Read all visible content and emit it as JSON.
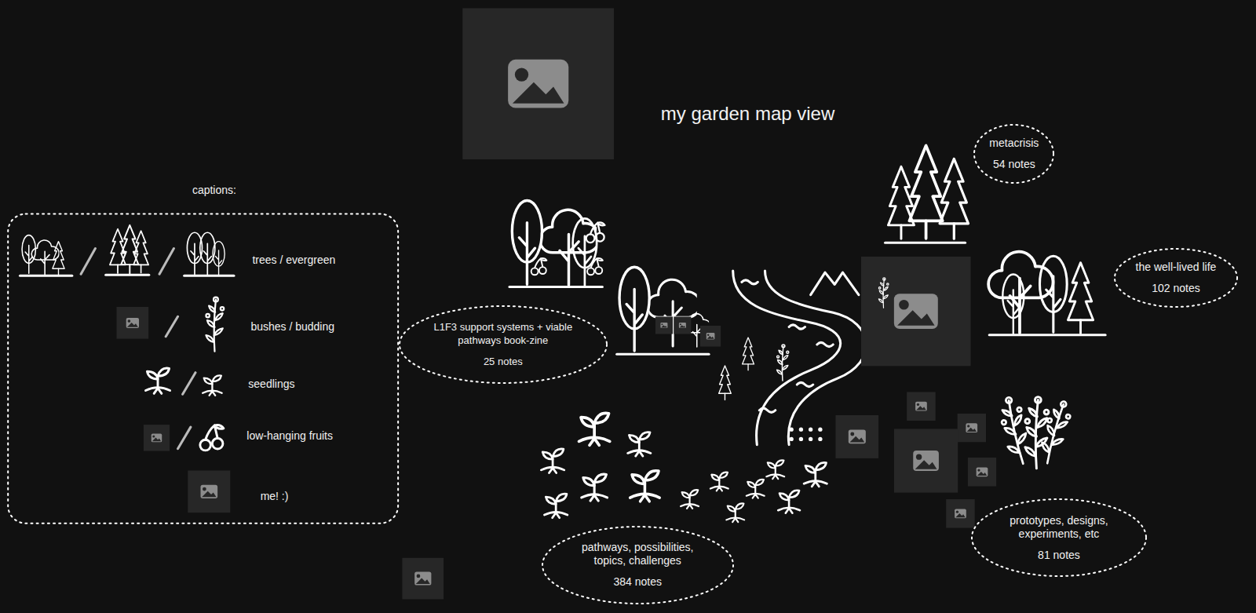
{
  "diagram": {
    "title": "my garden map view",
    "nodes": [
      {
        "text": [
          "metacrisis",
          "54 notes"
        ]
      },
      {
        "text": [
          "the well-lived life",
          "102 notes"
        ]
      },
      {
        "text": [
          "L1F3 support systems + viable pathways book-zine",
          "25 notes"
        ]
      },
      {
        "text": [
          "prototypes, designs, experiments, etc",
          "81 notes"
        ]
      },
      {
        "text": [
          "pathways, possibilities, topics, challenges",
          "384 notes"
        ]
      }
    ],
    "labels": [
      "captions:"
    ],
    "legend": [
      {
        "text": "trees / evergreen"
      },
      {
        "text": "bushes / budding"
      },
      {
        "text": "seedlings"
      },
      {
        "text": "low-hanging fruits"
      },
      {
        "text": "me! :)"
      }
    ]
  }
}
